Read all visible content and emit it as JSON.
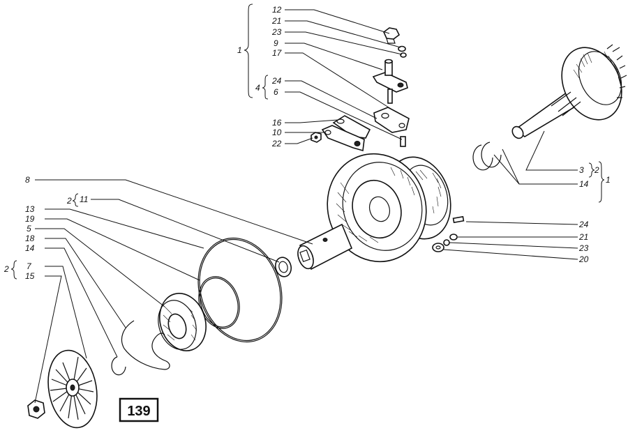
{
  "figure_number": "139",
  "labels": {
    "l12": "12",
    "l21a": "21",
    "l23a": "23",
    "l9": "9",
    "l17": "17",
    "l24a": "24",
    "l6": "6",
    "l16": "16",
    "l10": "10",
    "l22": "22",
    "l8": "8",
    "l11": "11",
    "l13": "13",
    "l19": "19",
    "l5": "5",
    "l18": "18",
    "l14a": "14",
    "l7": "7",
    "l15": "15",
    "l3": "3",
    "l14b": "14",
    "l24b": "24",
    "l21b": "21",
    "l23b": "23",
    "l20": "20"
  },
  "brace_labels": {
    "b1_top": "1",
    "b4": "4",
    "b2_right": "2",
    "b1_right": "1",
    "b2_11": "2",
    "b2_left": "2"
  }
}
